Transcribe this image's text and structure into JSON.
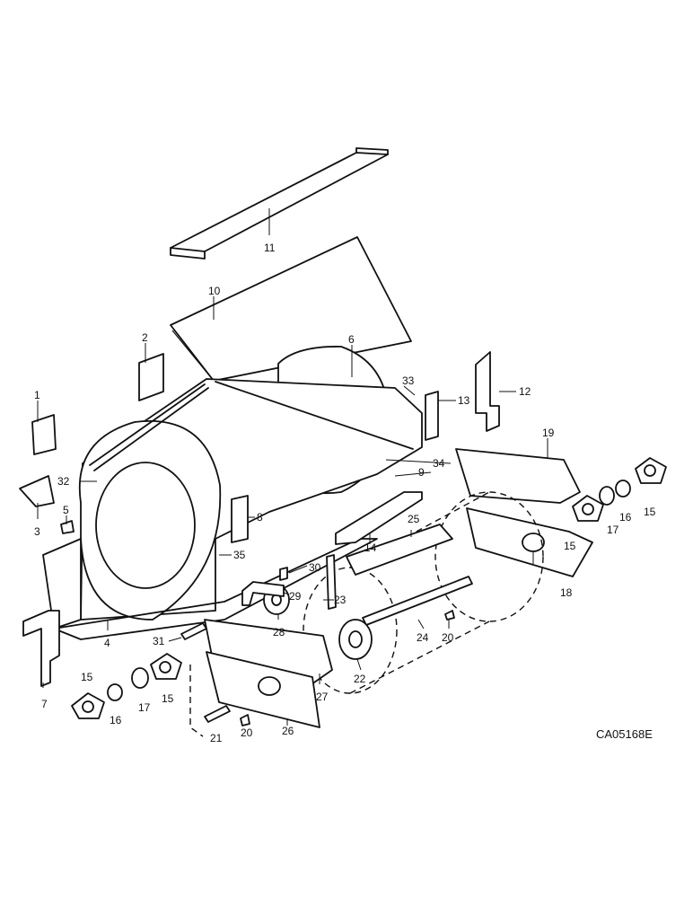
{
  "figure_code": "CA05168E",
  "callouts": [
    "1",
    "2",
    "3",
    "4",
    "5",
    "6",
    "7",
    "8",
    "9",
    "10",
    "11",
    "12",
    "13",
    "14",
    "15",
    "16",
    "17",
    "18",
    "19",
    "20",
    "21",
    "22",
    "23",
    "24",
    "25",
    "26",
    "27",
    "28",
    "29",
    "30",
    "31",
    "32",
    "33",
    "34",
    "35",
    "15",
    "15",
    "15",
    "16",
    "17",
    "20"
  ]
}
